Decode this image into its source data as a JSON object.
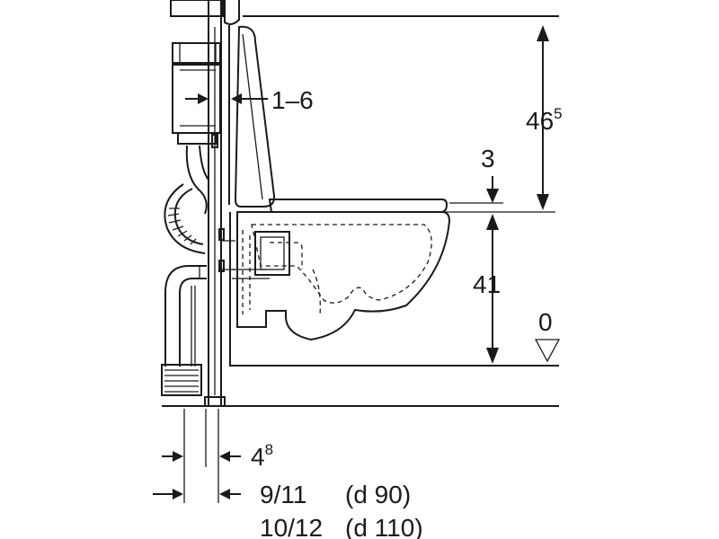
{
  "dimensions": {
    "wall_gap": "1–6",
    "seat_height_main": "46",
    "seat_height_sup": "5",
    "seat_gap": "3",
    "pan_height": "41",
    "floor_level": "0",
    "frame_offset_main": "4",
    "frame_offset_sup": "8",
    "pipe_offset_1": "9/11",
    "pipe_offset_1_note": "(d 90)",
    "pipe_offset_2": "10/12",
    "pipe_offset_2_note": "(d 110)"
  },
  "colors": {
    "line": "#1a1a1a",
    "background": "#ffffff"
  }
}
